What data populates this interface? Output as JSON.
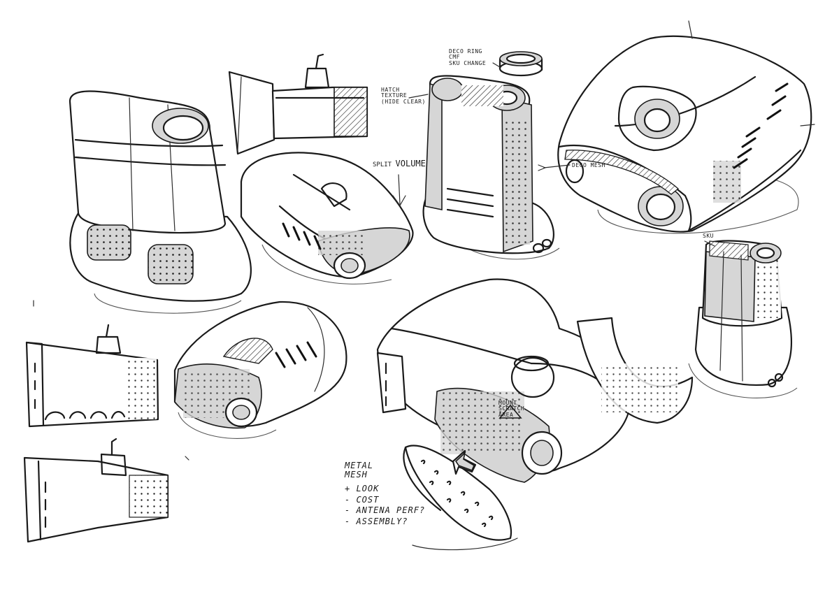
{
  "annotations": {
    "deco_ring": [
      "Deco ring",
      "CMF",
      "SKU change"
    ],
    "hatch_texture": [
      "Hatch",
      "texture",
      "(hide clear)"
    ],
    "split_volume": [
      "Split",
      "Volume"
    ],
    "deco_mesh": "Deco mesh",
    "sku": "SKU",
    "mount_scratch": [
      "Mount",
      "scratch",
      "area"
    ],
    "metal_mesh_title": [
      "Metal",
      "mesh"
    ],
    "metal_mesh_points": [
      "+ Look",
      "- Cost",
      "- Antena perf?",
      "- Assembly?"
    ]
  },
  "colors": {
    "ink": "#1a1a1a",
    "marker_gray": "#d6d6d6",
    "paper": "#ffffff"
  }
}
